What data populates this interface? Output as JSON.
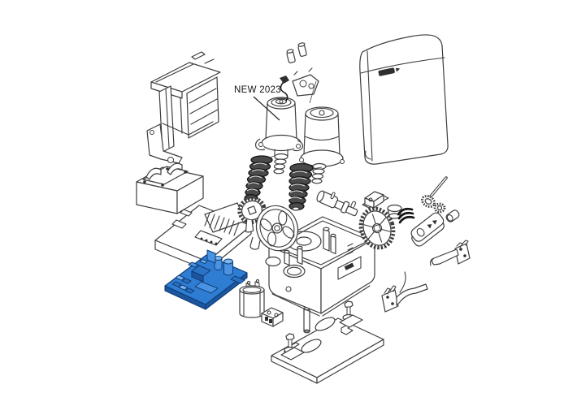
{
  "diagram": {
    "annotation": {
      "new_label": "NEW 2023"
    },
    "colors": {
      "background": "#ffffff",
      "line_art": "#3d3d3d",
      "dark_parts": "#141414",
      "board_blue": "#2f7dd2",
      "board_blue_dark": "#1c569f",
      "board_blue_light": "#7db6ee"
    },
    "parts": [
      "mounting-frame",
      "transformer",
      "control-board-cover",
      "electronic-board",
      "capacitor",
      "terminal-block",
      "base-plate",
      "anchor-bolt",
      "fixing-pin",
      "gearmotor-housing",
      "motor-new-2023",
      "motor-secondary",
      "motor-brushes",
      "worm-screw-left",
      "worm-screw-right",
      "pinion-gear",
      "drive-pulley",
      "output-shaft",
      "release-lock-block",
      "spur-gear",
      "bevel-pinion",
      "spring",
      "release-door",
      "release-rod",
      "lock-wheel",
      "lock-washer",
      "lock-cap",
      "limit-switch-fin-left",
      "limit-switch-fin-right",
      "front-cover",
      "brand-mark"
    ]
  }
}
